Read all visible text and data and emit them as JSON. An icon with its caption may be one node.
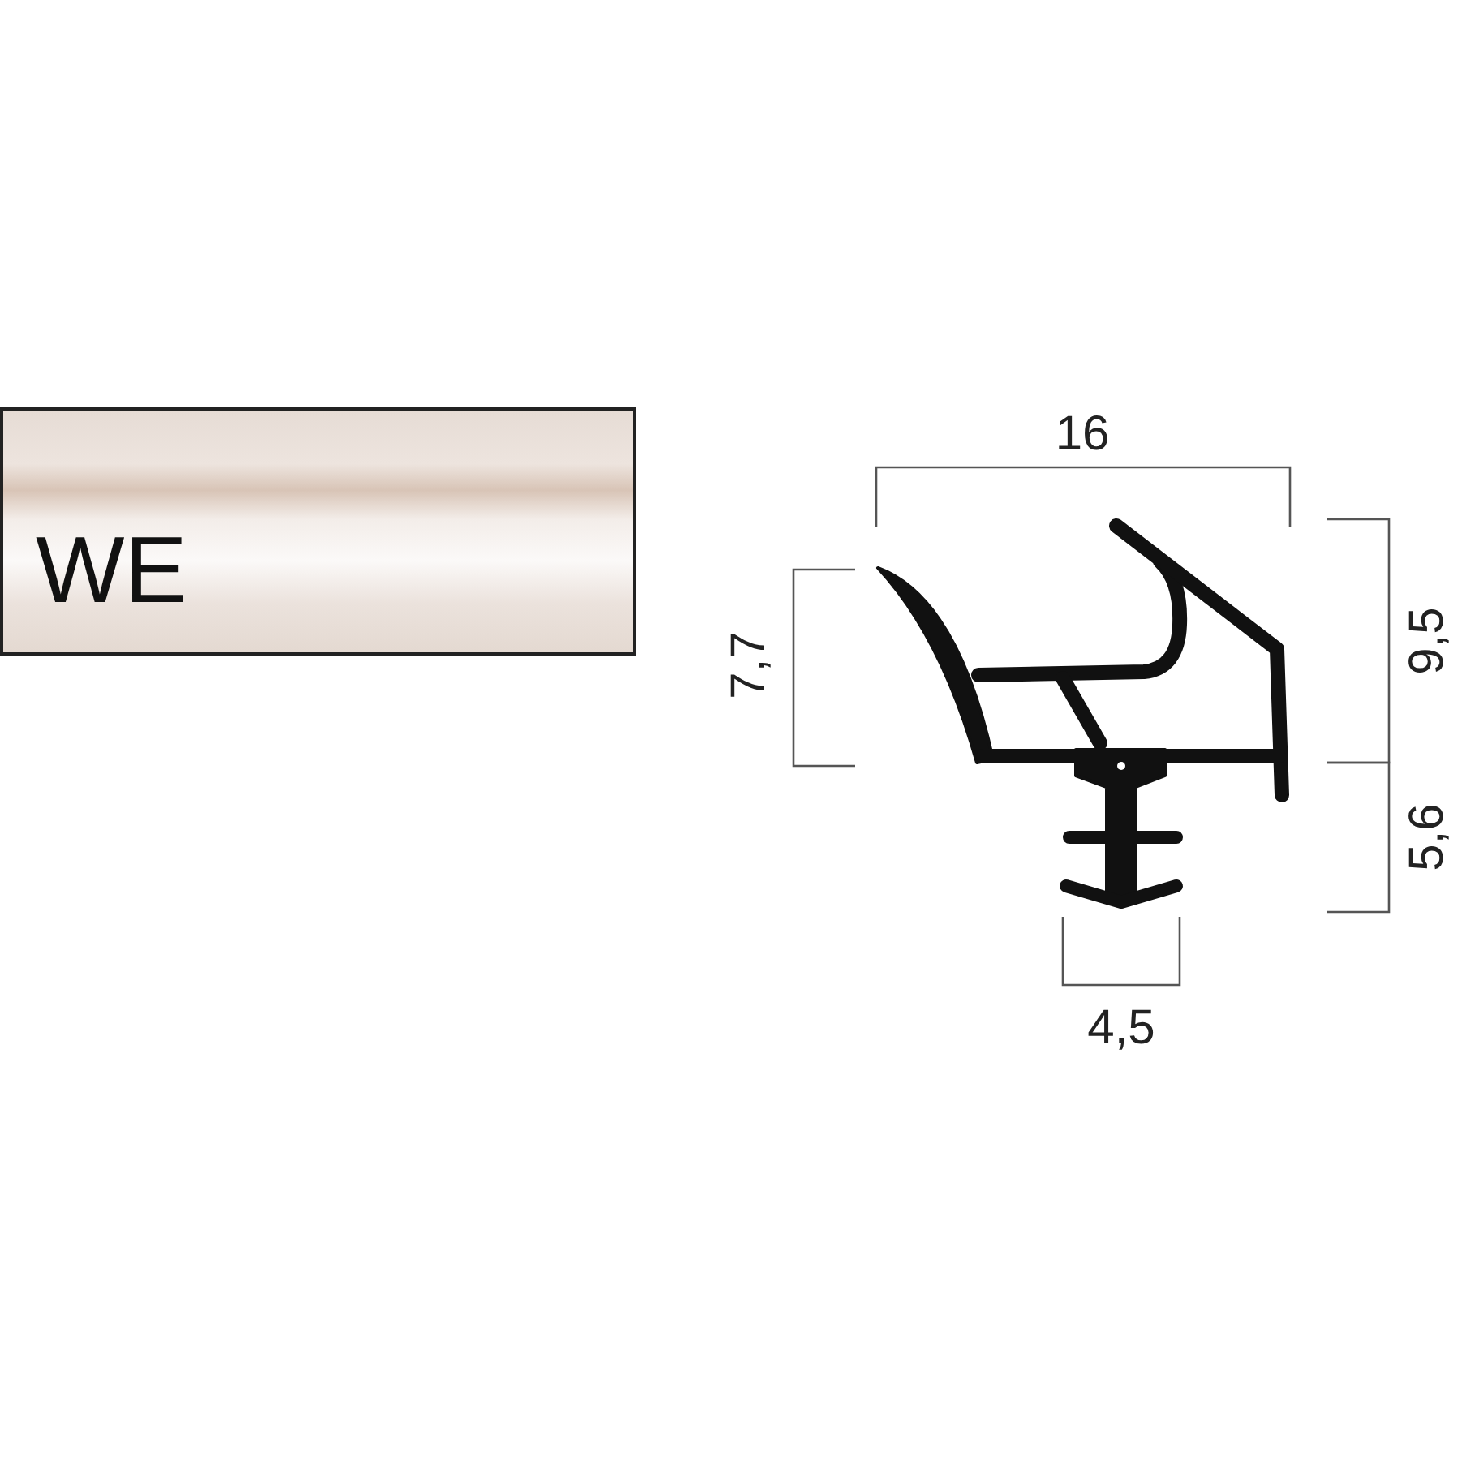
{
  "diagram": {
    "nodes": [
      {
        "text": [
          "WE"
        ]
      }
    ],
    "labels": [
      "16",
      "7,7",
      "9,5",
      "5,6",
      "4,5"
    ]
  }
}
